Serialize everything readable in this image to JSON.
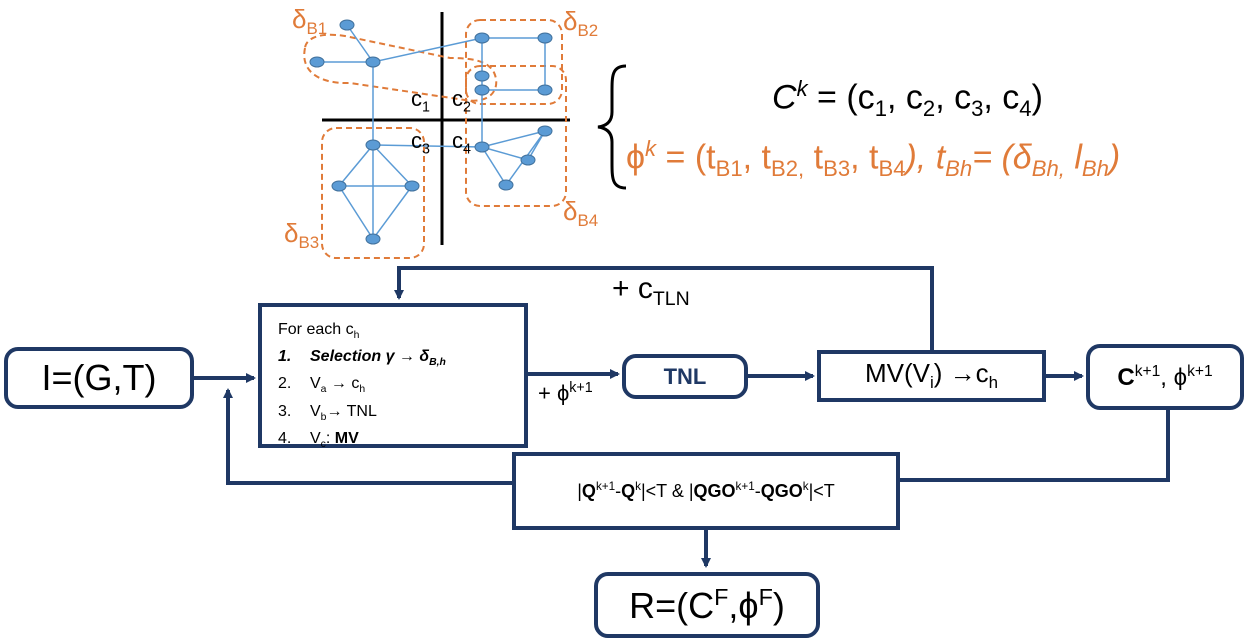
{
  "graph": {
    "quadrants": [
      "c",
      "c",
      "c",
      "c"
    ],
    "quadrant_subs": [
      "1",
      "2",
      "3",
      "4"
    ],
    "box_labels": [
      {
        "main": "δ",
        "sub": "B1"
      },
      {
        "main": "δ",
        "sub": "B2"
      },
      {
        "main": "δ",
        "sub": "B3"
      },
      {
        "main": "δ",
        "sub": "B4"
      }
    ]
  },
  "formula": {
    "line1": {
      "lhs": "C",
      "lhs_sup": "k",
      "eq": " = (c",
      "s1": "1",
      "sep1": ", c",
      "s2": "2",
      "sep2": ", c",
      "s3": "3",
      "sep3": ", c",
      "s4": "4",
      "close": ")"
    },
    "line2": {
      "phi": "ϕ",
      "phi_sup": "k",
      "eq": " = (t",
      "s1": "B1",
      "sep1": ", t",
      "s2": "B2,",
      "sep2": " t",
      "s3": "B3",
      "sep3": ", t",
      "s4": "B4",
      "close": "), ",
      "tbh": "t",
      "tbh_sub": "Bh",
      "eq2": "= (δ",
      "d_sub": "Bh,",
      "l": " l",
      "l_sub": "Bh",
      "end": ")"
    }
  },
  "flow": {
    "input": "I=(G,T)",
    "steps_title": "For each c",
    "steps_title_sub": "h",
    "step1_num": "1.",
    "step1_text": "Selection γ → δ",
    "step1_sub": "B,h",
    "step2_num": "2.",
    "step2_v": "V",
    "step2_v_sub": "a",
    "step2_rest": " → c",
    "step2_rest_sub": "h",
    "step3_num": "3.",
    "step3_v": "V",
    "step3_v_sub": "b",
    "step3_rest": "→ TNL",
    "step4_num": "4.",
    "step4_v": "V",
    "step4_v_sub": "c",
    "step4_colon": ": ",
    "step4_bold": "MV",
    "phi_label": "+ ϕ",
    "phi_label_sup": "k+1",
    "tnl": "TNL",
    "mv": "MV(V",
    "mv_sub": "i",
    "mv_rest": ") →c",
    "mv_rest_sub": "h",
    "ctln": "+ c",
    "ctln_sub": "TLN",
    "ck_c": "C",
    "ck_sup": "k+1",
    "ck_mid": ", ϕ",
    "ck_sup2": "k+1",
    "cond_a": "|",
    "cond_q": "Q",
    "cond_qsup": "k+1",
    "cond_b": "-",
    "cond_q2": "Q",
    "cond_q2sup": "k",
    "cond_c": "|<T & |",
    "cond_g": "QGO",
    "cond_gsup": "k+1",
    "cond_d": "-",
    "cond_g2": "QGO",
    "cond_g2sup": "k",
    "cond_e": "|<T",
    "result": "R=(C",
    "result_sup": "F",
    "result_mid": ",ϕ",
    "result_sup2": "F",
    "result_end": ")"
  },
  "colors": {
    "accent": "#e07b39",
    "box": "#1f3864",
    "node": "#5b9bd5",
    "edge": "#5b9bd5"
  }
}
